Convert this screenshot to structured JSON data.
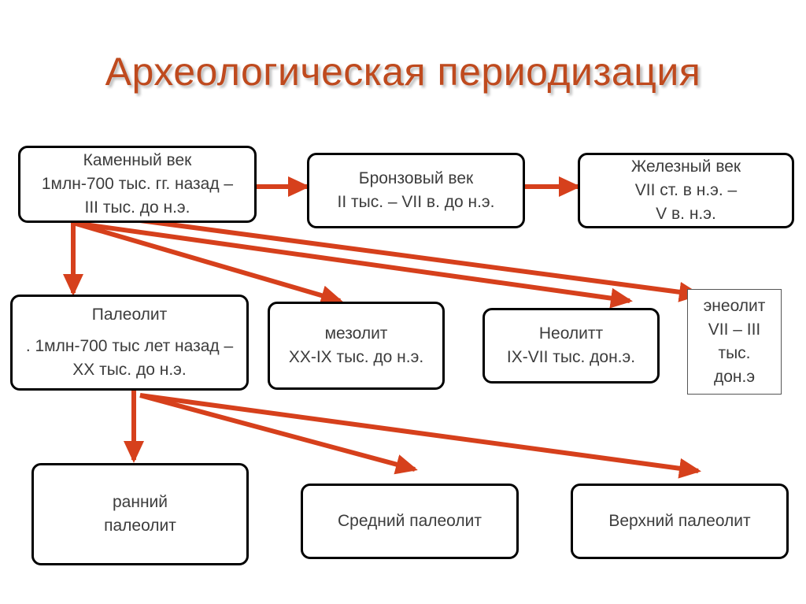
{
  "title": "Археологическая периодизация",
  "colors": {
    "title": "#bf4a1e",
    "arrow": "#d6401c",
    "border": "#000000",
    "text": "#3c3c3c"
  },
  "nodes": {
    "stone_age": {
      "lines": [
        "Каменный век",
        "1млн-700 тыс. гг. назад –",
        "III тыс. до н.э."
      ]
    },
    "bronze_age": {
      "lines": [
        "Бронзовый век",
        "II тыс. – VII в. до н.э."
      ]
    },
    "iron_age": {
      "lines": [
        "Железный век",
        "VII ст. в н.э. –",
        "V в. н.э."
      ]
    },
    "paleolithic": {
      "lines": [
        "Палеолит",
        ". 1млн-700 тыс лет назад –",
        "XX тыс. до н.э."
      ]
    },
    "mesolithic": {
      "lines": [
        "мезолит",
        "XX-IX тыс. до н.э."
      ]
    },
    "neolithic": {
      "lines": [
        "Неолитт",
        "IX-VII тыс. дон.э."
      ]
    },
    "eneolithic": {
      "lines": [
        "энеолит",
        "VII – III",
        "тыс.",
        "дон.э"
      ]
    },
    "early_paleolithic": {
      "lines": [
        "ранний",
        "палеолит"
      ]
    },
    "middle_paleolithic": {
      "lines": [
        "Средний палеолит"
      ]
    },
    "upper_paleolithic": {
      "lines": [
        "Верхний палеолит"
      ]
    }
  }
}
